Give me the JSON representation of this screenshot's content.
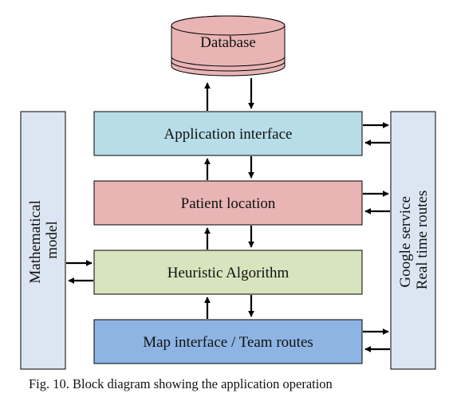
{
  "diagram": {
    "database": "Database",
    "blocks": {
      "app_interface": "Application interface",
      "patient_location": "Patient location",
      "heuristic": "Heuristic Algorithm",
      "map_interface": "Map interface / Team routes"
    },
    "left_panel": {
      "line1": "Mathematical",
      "line2": "model"
    },
    "right_panel": {
      "line1": "Google service",
      "line2": "Real time routes"
    },
    "caption": "Fig. 10. Block diagram showing the application operation"
  },
  "colors": {
    "database_fill": "#e8b4b4",
    "app_interface_fill": "#b7dde8",
    "patient_location_fill": "#e8b4b4",
    "heuristic_fill": "#d7e4bd",
    "map_interface_fill": "#8eb4e3",
    "side_panel_fill": "#dce6f2",
    "line": "#000000"
  }
}
